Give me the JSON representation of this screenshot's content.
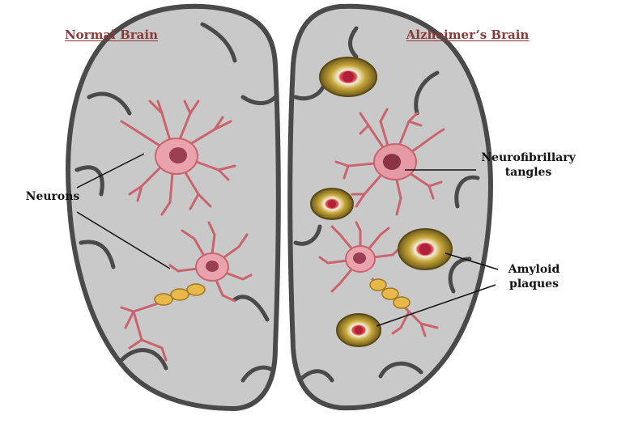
{
  "headings": {
    "left": "Normal Brain",
    "right": "Alzheimer’s Brain"
  },
  "labels": {
    "neurons": "Neurons",
    "tangles": [
      "Neurofibrillary",
      "tangles"
    ],
    "plaques": [
      "Amyloid",
      "plaques"
    ]
  },
  "colors": {
    "brain_fill": "#c8c8c8",
    "brain_outline": "#4a4a4a",
    "neuron": "#e7a0a8",
    "neuron_outline": "#c9646f",
    "nucleus": "#9b3f54",
    "myelin": "#e8b84a",
    "plaque_outer": "#8a7a2a",
    "plaque_inner": "#c62c3a",
    "heading": "#8b3a3a"
  }
}
